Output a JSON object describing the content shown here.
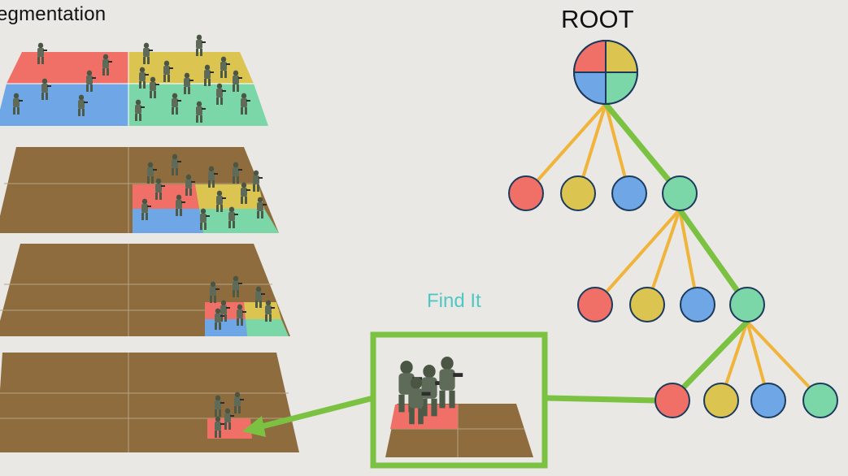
{
  "diagram": {
    "left_title": "egmentation",
    "root_label": "ROOT",
    "find_label": "Find It",
    "colors": {
      "red": "#f07068",
      "yellow": "#dcc450",
      "blue": "#6fa6e6",
      "green": "#7bd6a8",
      "brown": "#8e6c3e",
      "edge_orange": "#f0b43a",
      "edge_green": "#7cc242",
      "soldier": "#5e6b58",
      "background": "#e9e8e4"
    }
  }
}
